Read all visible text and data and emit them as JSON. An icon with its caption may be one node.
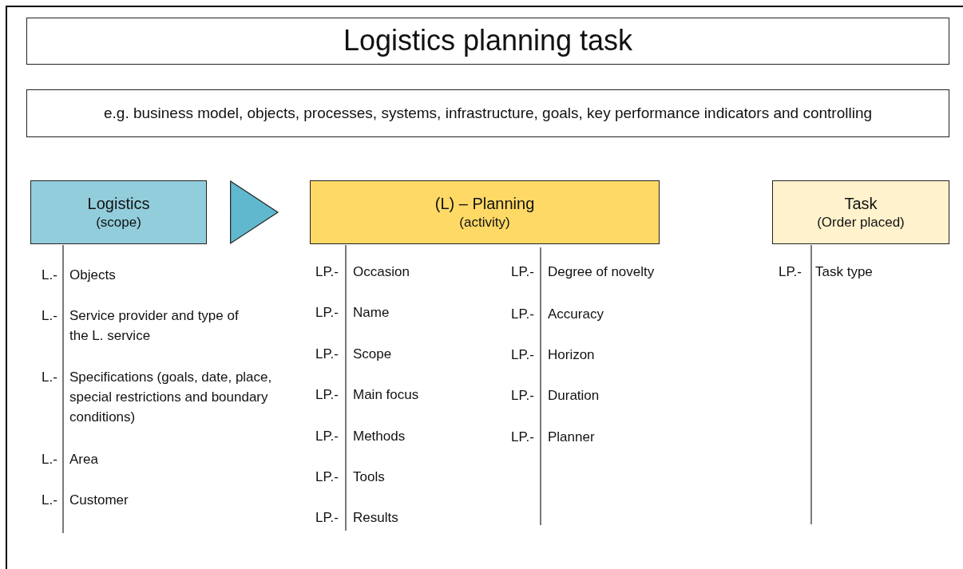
{
  "diagram": {
    "nodes": [
      {
        "text": [
          "Logistics planning task"
        ]
      },
      {
        "text": [
          "e.g. business model, objects, processes, systems, infrastructure, goals, key performance indicators and controlling"
        ]
      },
      {
        "text": [
          "Logistics",
          "(scope)"
        ]
      },
      {
        "text": [
          "(L) – Planning",
          "(activity)"
        ]
      },
      {
        "text": [
          "Task",
          "(Order placed)"
        ]
      }
    ],
    "edges": [
      {
        "from": 2,
        "to": 3,
        "arrow": "to"
      }
    ],
    "labels": [
      "L.-",
      "Objects",
      "L.-",
      "Service provider and type of the L. service",
      "L.-",
      "Specifications (goals, date, place, special restrictions and boundary conditions)",
      "L.-",
      "Area",
      "L.-",
      "Customer",
      "LP.-",
      "Occasion",
      "LP.-",
      "Name",
      "LP.-",
      "Scope",
      "LP.-",
      "Main focus",
      "LP.-",
      "Methods",
      "LP.-",
      "Tools",
      "LP.-",
      "Results",
      "LP.-",
      "Degree of novelty",
      "LP.-",
      "Accuracy",
      "LP.-",
      "Horizon",
      "LP.-",
      "Duration",
      "LP.-",
      "Planner",
      "LP.-",
      "Task type"
    ]
  }
}
